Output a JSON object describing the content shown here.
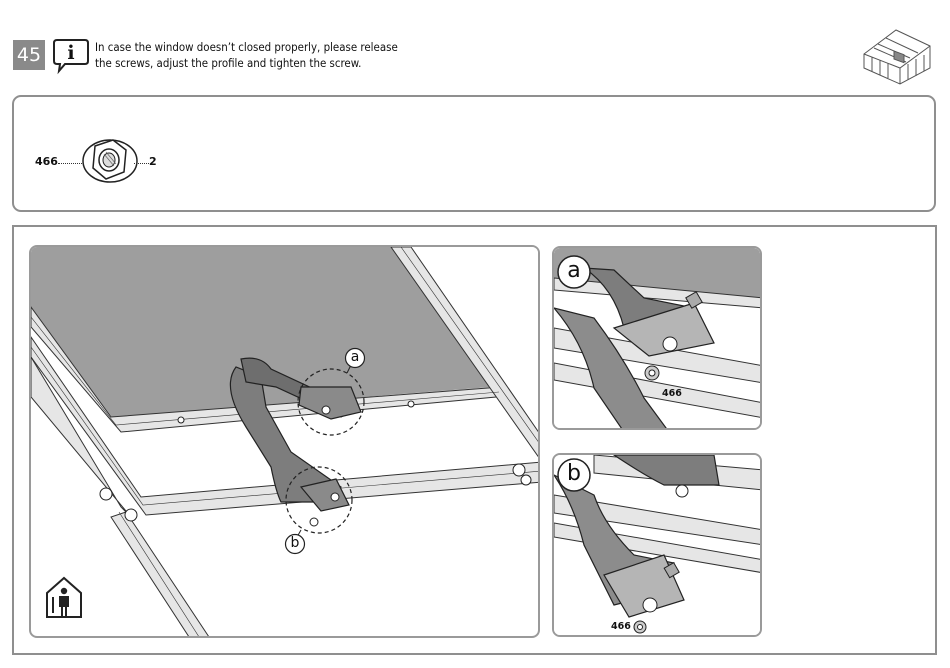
{
  "step": {
    "number": "45"
  },
  "info": {
    "icon": "info-icon",
    "lines": [
      "In case the window doesn’t closed properly, please release",
      "the screws, adjust the profile and tighten the screw."
    ]
  },
  "header_icon": "greenhouse-icon",
  "parts": [
    {
      "code": "466",
      "icon": "flange-nut-icon",
      "quantity": "2"
    }
  ],
  "main_view": {
    "callouts": [
      "a",
      "b"
    ]
  },
  "details": [
    {
      "label": "a",
      "part_code": "466"
    },
    {
      "label": "b",
      "part_code": "466"
    }
  ],
  "footer_icon": "one-person-icon",
  "colors": {
    "border": "#8f8f8f",
    "panel_fill": "#9e9e9e",
    "badge": "#8a8a8a"
  }
}
